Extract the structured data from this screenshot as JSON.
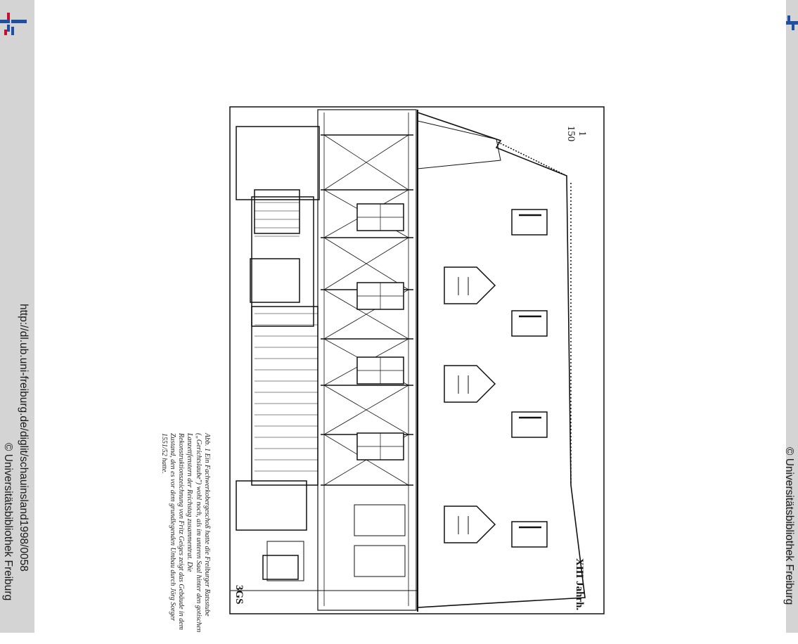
{
  "viewer": {
    "url_text": "http://dl.ub.uni-freiburg.de/diglit/schauinsland1998/0058",
    "copyright_text": "© Universitätsbibliothek Freiburg",
    "right_copyright_text": "© Universitätsbibliothek Freiburg"
  },
  "page": {
    "caption": "Abb. 1 Ein Fachwerkobergeschoß hatte die Freiburger Ratsstube („Gerichtslaube\") wohl noch, als im unteren Saal hinter den gotischen Lanzettfenstern der Reichstag zusammentrat. Die Rekonstruktionszeichnung von Fritz Geiges zeigt das Gebäude in dem Zustand, den es vor dem grundlegenden Umbau durch Jörg Sorger 1551/52 hatte."
  },
  "drawing": {
    "scale_top": "1",
    "scale_bottom": "150",
    "century_label": "XIII Jahrh.",
    "signature": "3GS"
  },
  "colors": {
    "edge": "#d4d4d4",
    "logo_blue": "#1f4fa0",
    "logo_red": "#c8102e",
    "ink": "#111111"
  }
}
